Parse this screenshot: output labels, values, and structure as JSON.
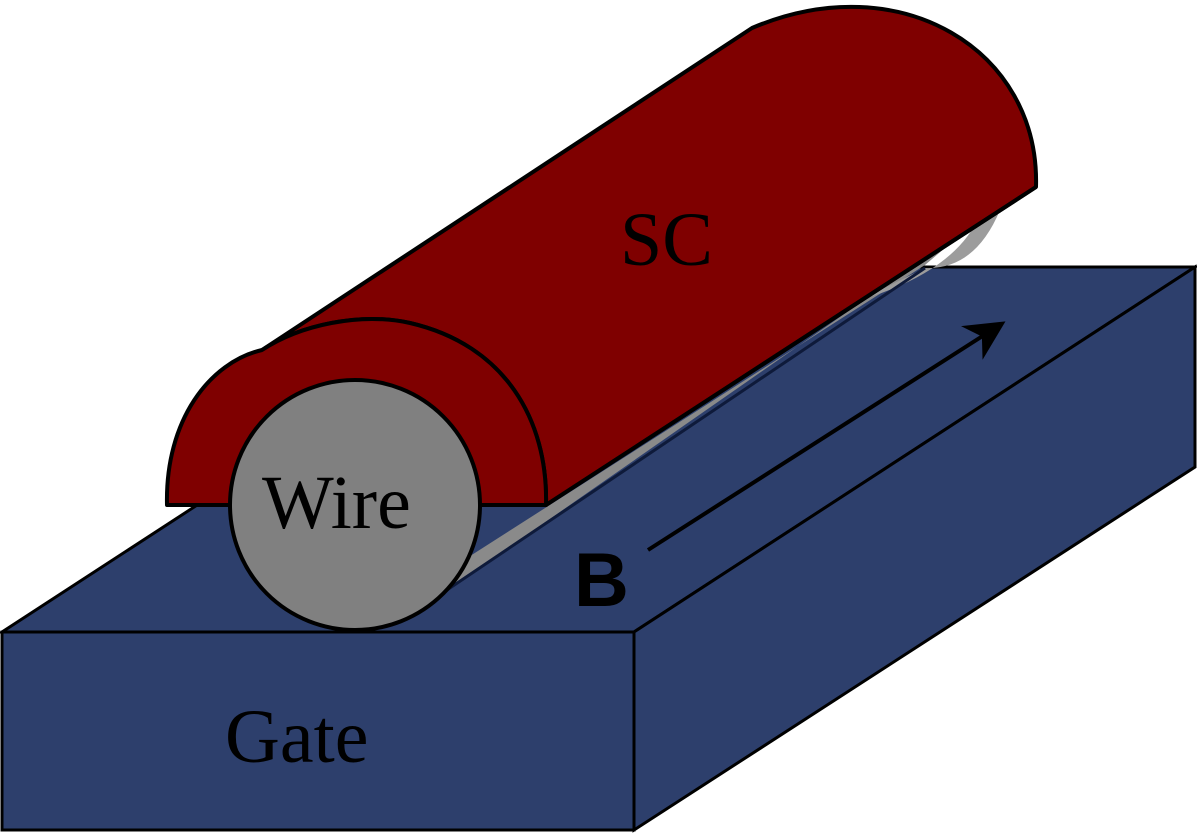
{
  "labels": {
    "superconductor": "SC",
    "wire": "Wire",
    "gate": "Gate",
    "field": "B"
  },
  "colors": {
    "gate": "#2d3f6c",
    "superconductor": "#7f0000",
    "wire": "#808080",
    "wire_shadow": "#a6a6a6",
    "outline": "#000000",
    "background": "#ffffff"
  },
  "icons": {
    "field_direction": "arrow-up-right-icon"
  }
}
